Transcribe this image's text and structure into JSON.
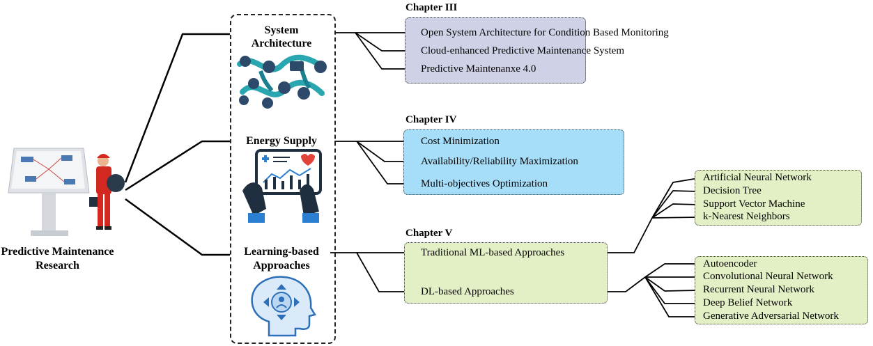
{
  "root": {
    "title": "Predictive Maintenance Research"
  },
  "categories": {
    "system_architecture": "System Architecture",
    "energy_supply": "Energy Supply",
    "learning_based": "Learning-based Approaches"
  },
  "chapters": {
    "chapter_3": {
      "title": "Chapter III",
      "items": [
        "Open System Architecture for Condition Based Monitoring",
        "Cloud-enhanced Predictive Maintenance System",
        "Predictive Maintenanxe 4.0"
      ]
    },
    "chapter_4": {
      "title": "Chapter IV",
      "items": [
        "Cost Minimization",
        "Availability/Reliability Maximization",
        "Multi-objectives Optimization"
      ]
    },
    "chapter_5": {
      "title": "Chapter V",
      "items": [
        "Traditional ML-based Approaches",
        "DL-based Approaches"
      ]
    }
  },
  "ml_methods": [
    "Artificial Neural Network",
    "Decision Tree",
    "Support Vector Machine",
    "k-Nearest Neighbors"
  ],
  "dl_methods": [
    "Autoencoder",
    "Convolutional Neural Network",
    "Recurrent Neural Network",
    "Deep Belief Network",
    "Generative Adversarial Network"
  ],
  "colors": {
    "chapter_3_fill": "#cfd2e6",
    "chapter_4_fill": "#a6ddf8",
    "chapter_5_fill": "#e3efc5",
    "connector": "#000000"
  },
  "icons": {
    "root": "technician-at-touchscreen-icon",
    "system_architecture": "network-nodes-icon",
    "energy_supply": "dashboard-touch-icon",
    "learning_based": "head-with-arrows-icon"
  }
}
